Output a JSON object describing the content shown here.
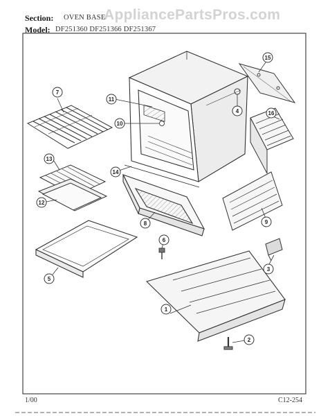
{
  "watermark": "AppliancePartsPros.com",
  "header": {
    "section_label": "Section:",
    "section_value": "OVEN BASE",
    "model_label": "Model:",
    "model_value": "DF251360 DF251366 DF251367"
  },
  "footer": {
    "date": "1/00",
    "page_code": "C12-254"
  },
  "callouts": [
    "1",
    "2",
    "3",
    "4",
    "5",
    "6",
    "7",
    "8",
    "9",
    "10",
    "11",
    "12",
    "13",
    "14",
    "15",
    "16"
  ]
}
